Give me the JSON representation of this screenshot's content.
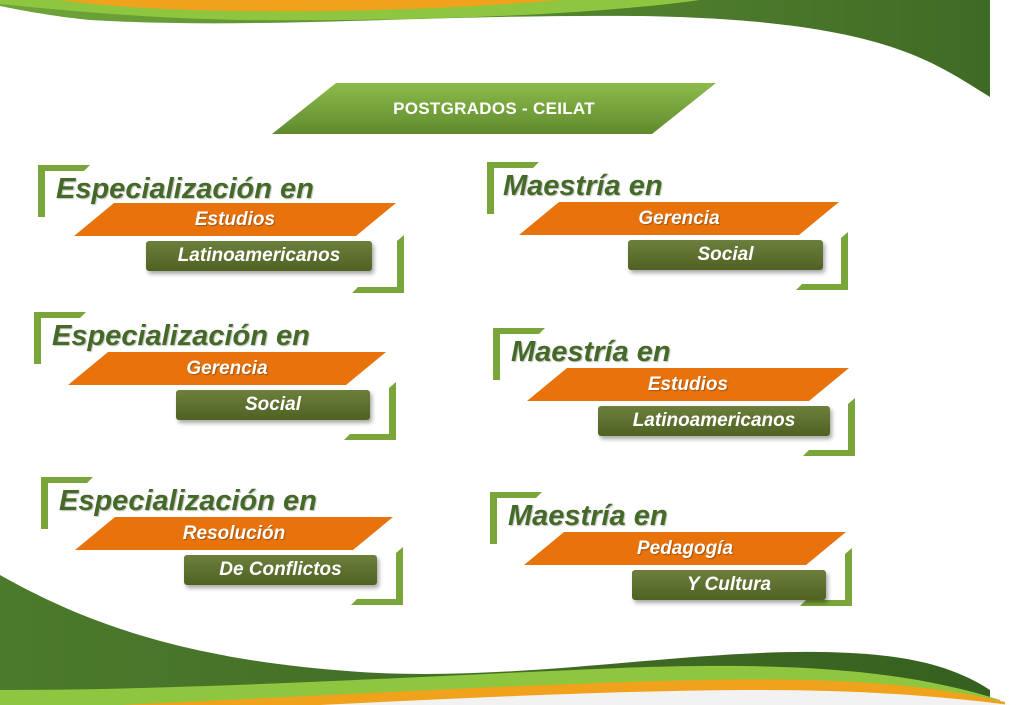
{
  "header": {
    "title": "POSTGRADOS - CEILAT"
  },
  "colors": {
    "dark_green": "#456a27",
    "light_green": "#7aa53a",
    "bright_green": "#8ec63f",
    "orange": "#e8730c",
    "plate_green": "#566a2a",
    "gold": "#f1a21c"
  },
  "programs": [
    {
      "title": "Especialización en",
      "line1": "Estudios",
      "line2": "Latinoamericanos"
    },
    {
      "title": "Maestría en",
      "line1": "Gerencia",
      "line2": "Social"
    },
    {
      "title": "Especialización en",
      "line1": "Gerencia",
      "line2": "Social"
    },
    {
      "title": "Maestría en",
      "line1": "Estudios",
      "line2": "Latinoamericanos"
    },
    {
      "title": "Especialización en",
      "line1": "Resolución",
      "line2": "De Conflictos"
    },
    {
      "title": "Maestría en",
      "line1": "Pedagogía",
      "line2": "Y Cultura"
    }
  ]
}
